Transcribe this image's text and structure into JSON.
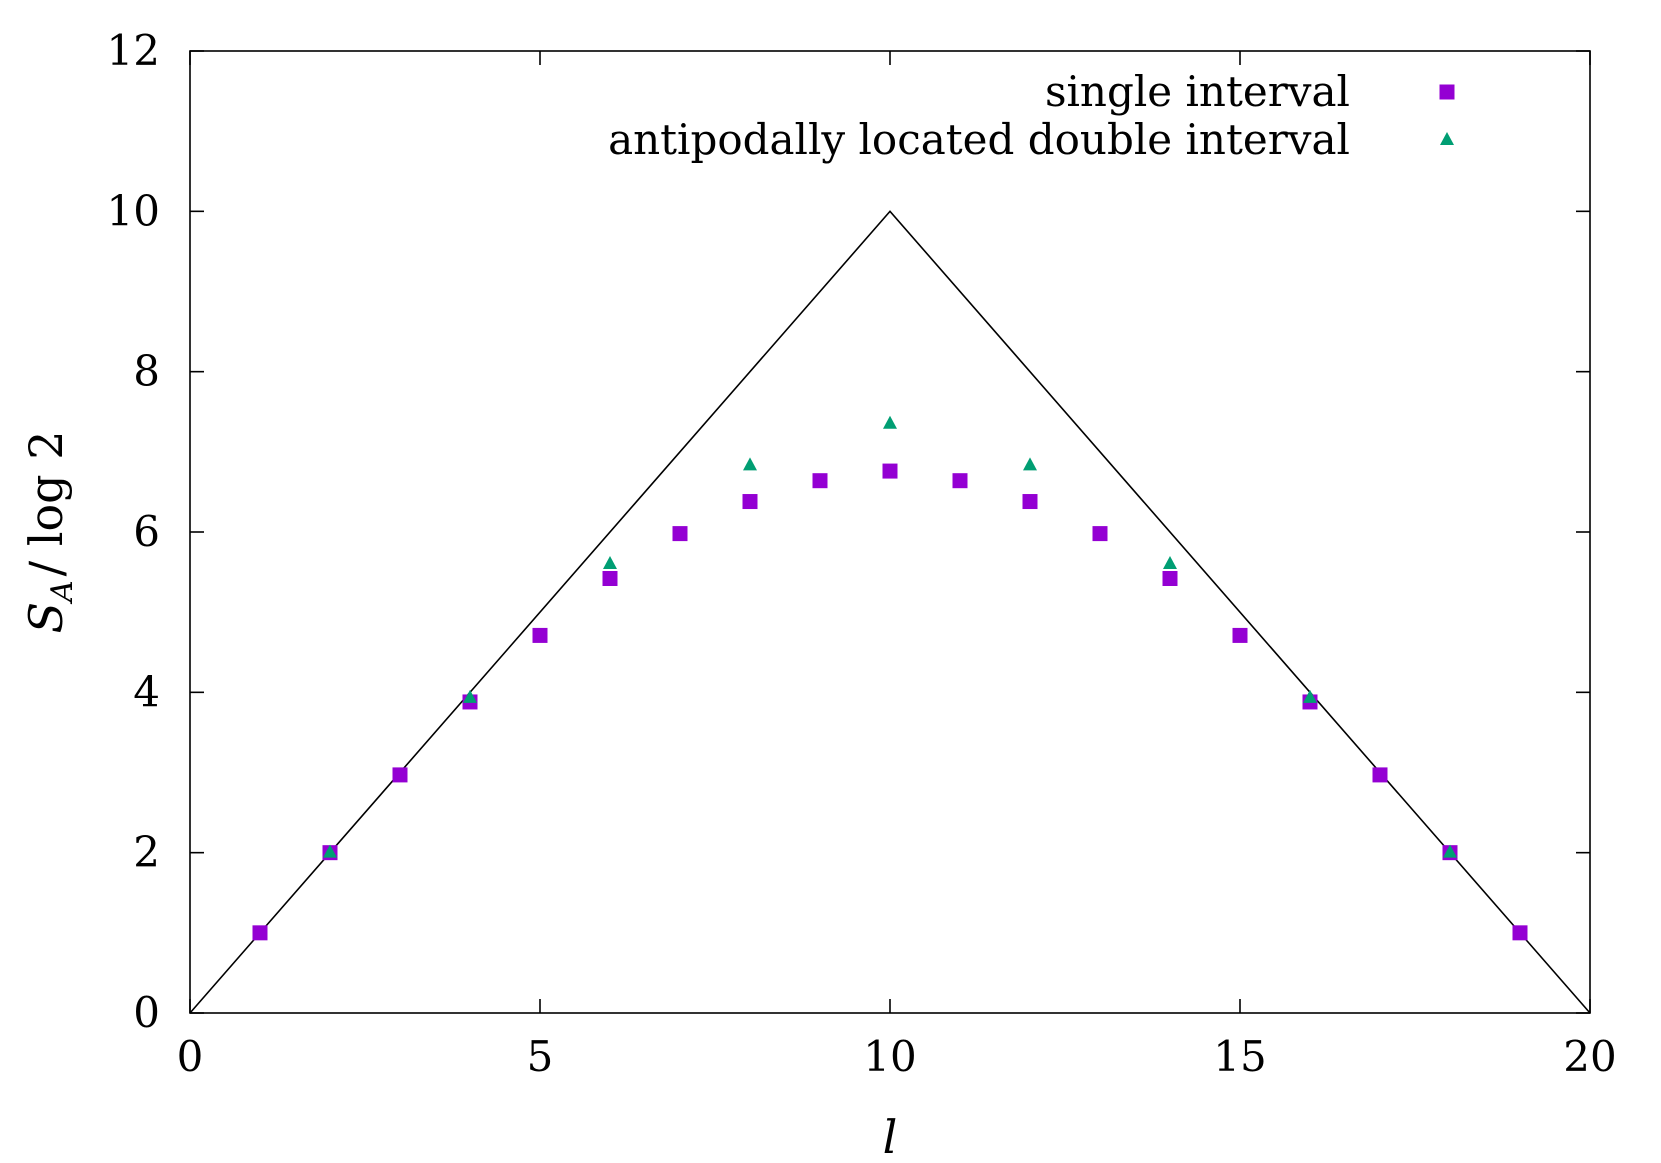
{
  "chart_data": {
    "type": "scatter",
    "xlabel": "l",
    "ylabel": {
      "symbol": "S",
      "subscript": "A",
      "rest": "/ log 2"
    },
    "xlim": [
      0,
      20
    ],
    "ylim": [
      0,
      12
    ],
    "xticks": [
      0,
      5,
      10,
      15,
      20
    ],
    "yticks": [
      0,
      2,
      4,
      6,
      8,
      10,
      12
    ],
    "grid": false,
    "legend_position": "top-right",
    "reference_line": {
      "x": [
        0,
        10,
        20
      ],
      "y": [
        0,
        10,
        0
      ],
      "color": "#000000"
    },
    "series": [
      {
        "name": "single interval",
        "marker": "square",
        "color": "#9400d3",
        "x": [
          1,
          2,
          3,
          4,
          5,
          6,
          7,
          8,
          9,
          10,
          11,
          12,
          13,
          14,
          15,
          16,
          17,
          18,
          19
        ],
        "y": [
          1.0,
          2.0,
          2.97,
          3.88,
          4.71,
          5.42,
          5.98,
          6.38,
          6.64,
          6.76,
          6.64,
          6.38,
          5.98,
          5.42,
          4.71,
          3.88,
          2.97,
          2.0,
          1.0
        ]
      },
      {
        "name": "antipodally located double interval",
        "marker": "triangle",
        "color": "#009e73",
        "x": [
          2,
          4,
          6,
          8,
          10,
          12,
          14,
          16,
          18
        ],
        "y": [
          2.0,
          3.93,
          5.6,
          6.83,
          7.35,
          6.83,
          5.6,
          3.93,
          2.0
        ]
      }
    ]
  }
}
